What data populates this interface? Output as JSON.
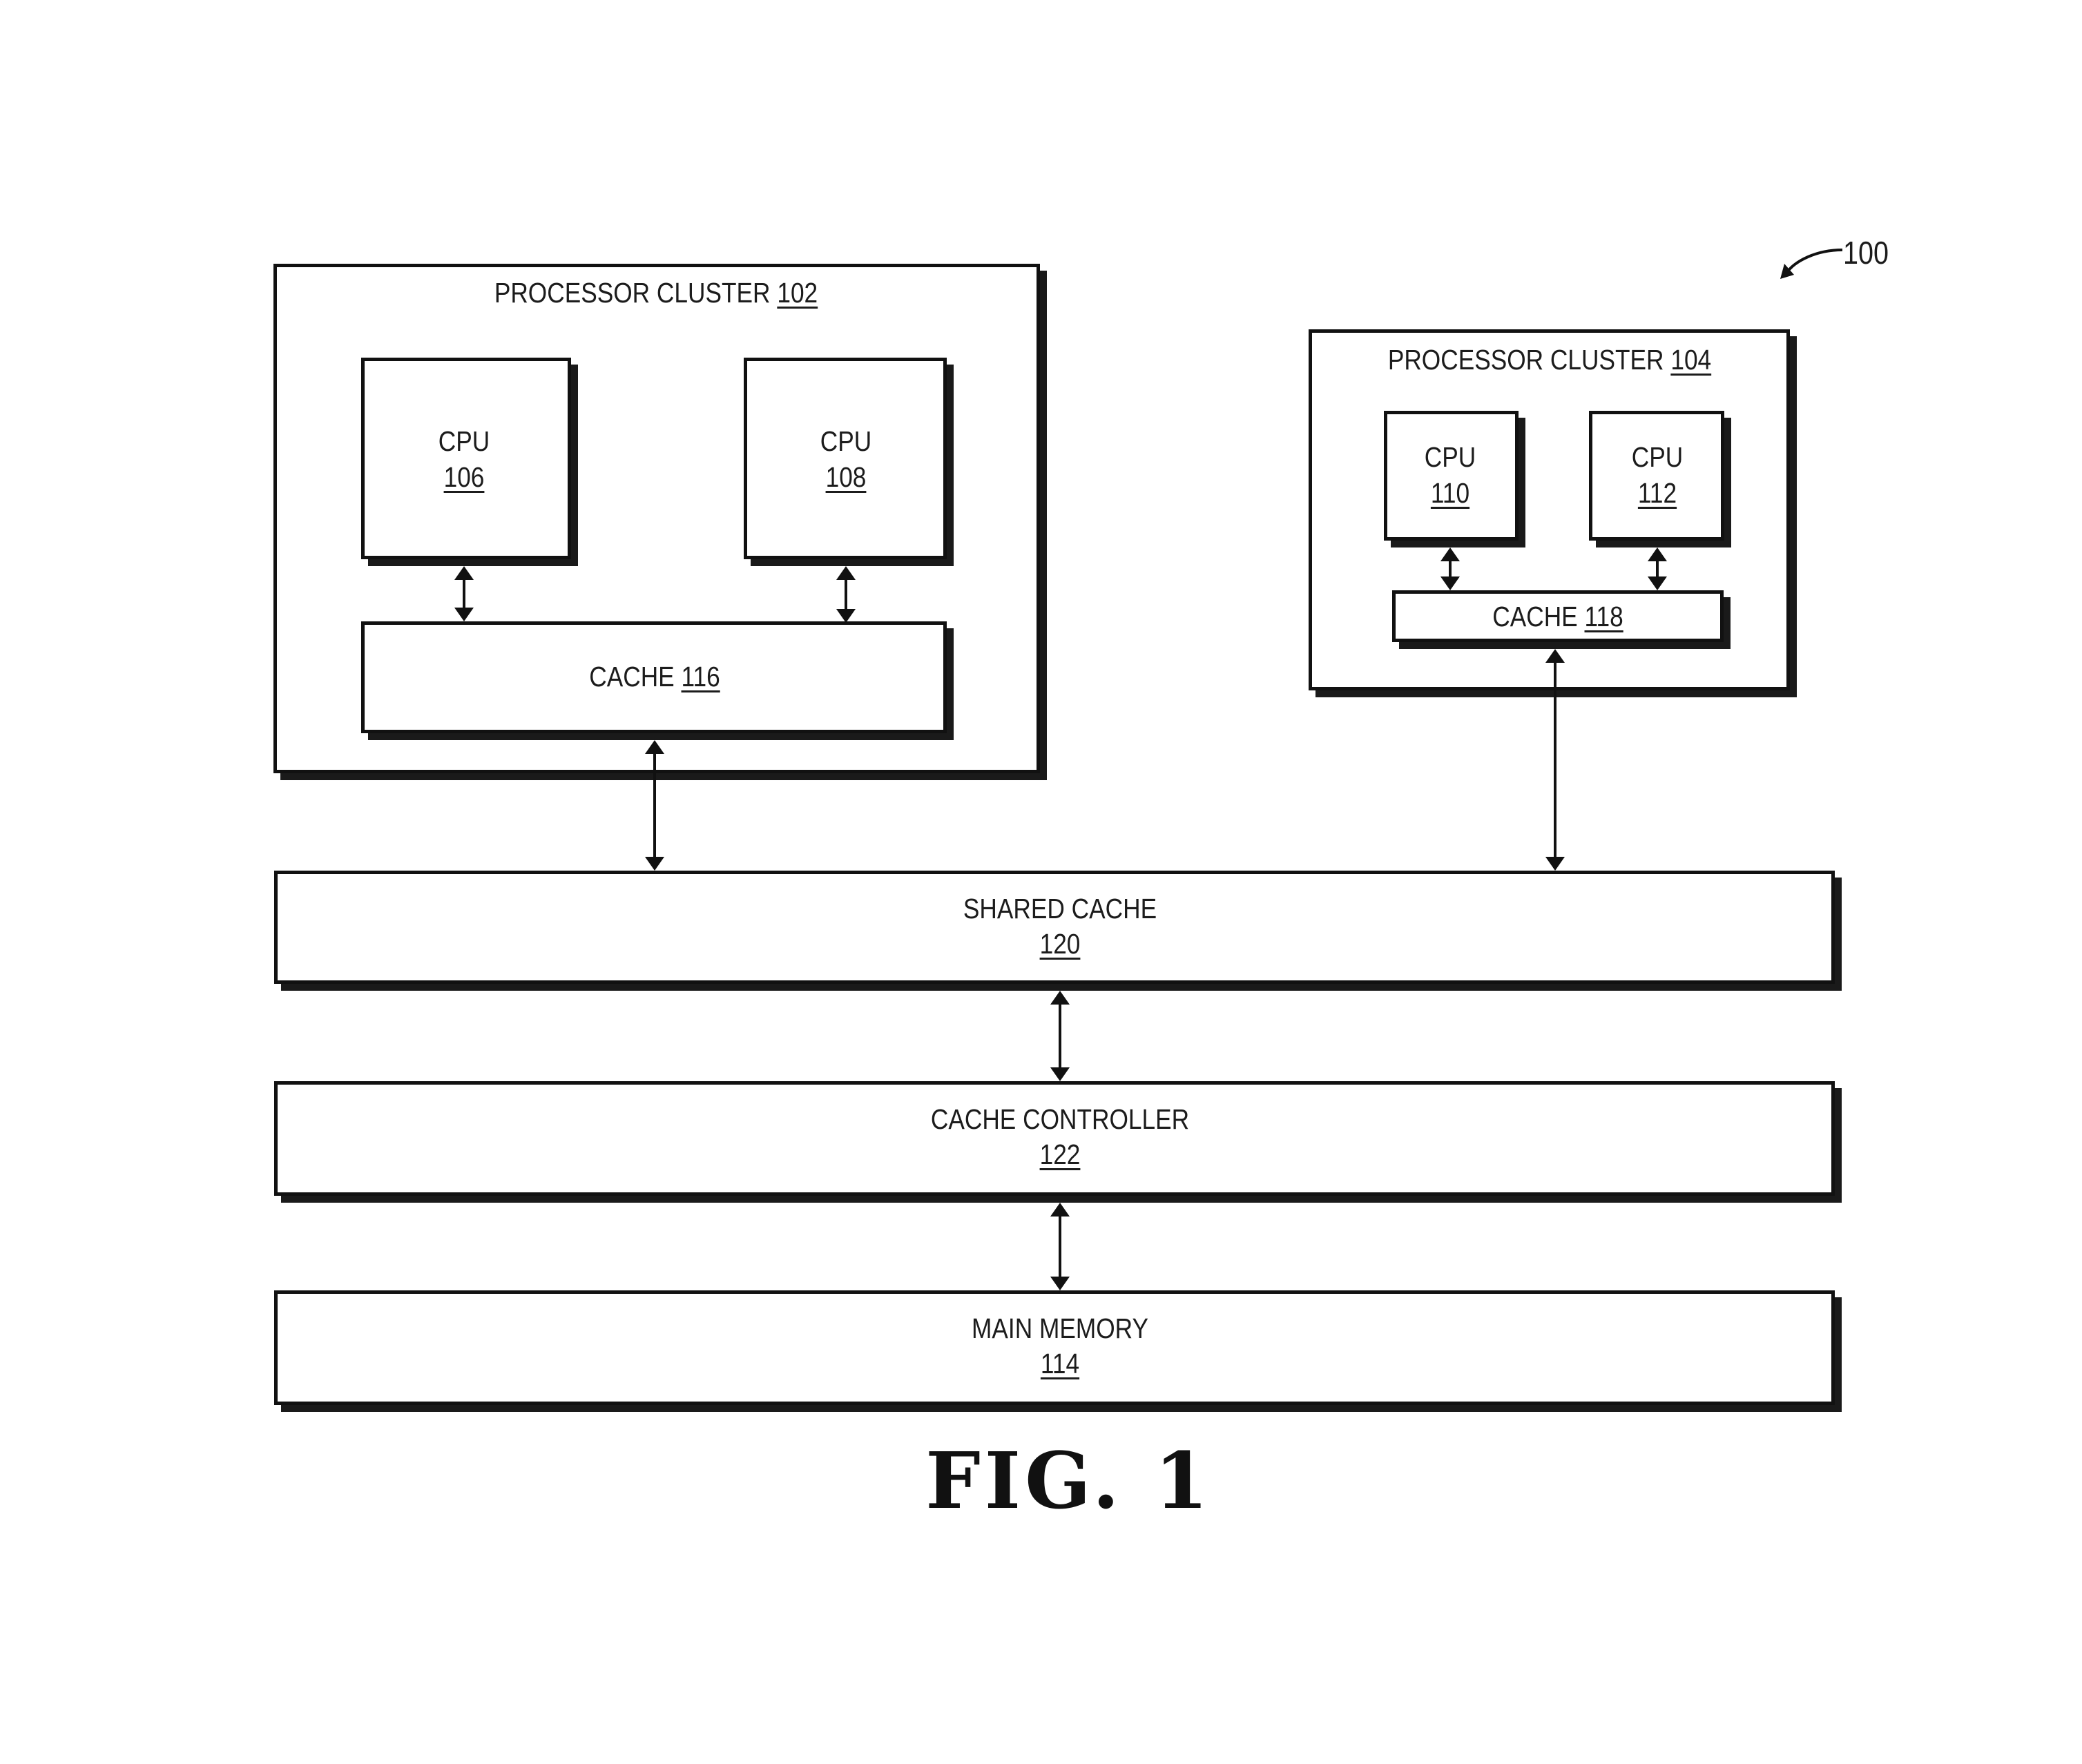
{
  "figure": {
    "label": "FIG. 1",
    "reference": "100"
  },
  "clusters": [
    {
      "title": "PROCESSOR CLUSTER",
      "ref": "102"
    },
    {
      "title": "PROCESSOR CLUSTER",
      "ref": "104"
    }
  ],
  "cpus": [
    {
      "label": "CPU",
      "ref": "106"
    },
    {
      "label": "CPU",
      "ref": "108"
    },
    {
      "label": "CPU",
      "ref": "110"
    },
    {
      "label": "CPU",
      "ref": "112"
    }
  ],
  "caches": [
    {
      "label": "CACHE",
      "ref": "116"
    },
    {
      "label": "CACHE",
      "ref": "118"
    }
  ],
  "shared_cache": {
    "label": "SHARED CACHE",
    "ref": "120"
  },
  "cache_controller": {
    "label": "CACHE CONTROLLER",
    "ref": "122"
  },
  "main_memory": {
    "label": "MAIN MEMORY",
    "ref": "114"
  },
  "connections": [
    {
      "from": "CPU 106",
      "to": "CACHE 116",
      "direction": "bidirectional"
    },
    {
      "from": "CPU 108",
      "to": "CACHE 116",
      "direction": "bidirectional"
    },
    {
      "from": "CPU 110",
      "to": "CACHE 118",
      "direction": "bidirectional"
    },
    {
      "from": "CPU 112",
      "to": "CACHE 118",
      "direction": "bidirectional"
    },
    {
      "from": "CACHE 116",
      "to": "SHARED CACHE 120",
      "direction": "bidirectional"
    },
    {
      "from": "CACHE 118",
      "to": "SHARED CACHE 120",
      "direction": "bidirectional"
    },
    {
      "from": "SHARED CACHE 120",
      "to": "CACHE CONTROLLER 122",
      "direction": "bidirectional"
    },
    {
      "from": "CACHE CONTROLLER 122",
      "to": "MAIN MEMORY 114",
      "direction": "bidirectional"
    }
  ]
}
